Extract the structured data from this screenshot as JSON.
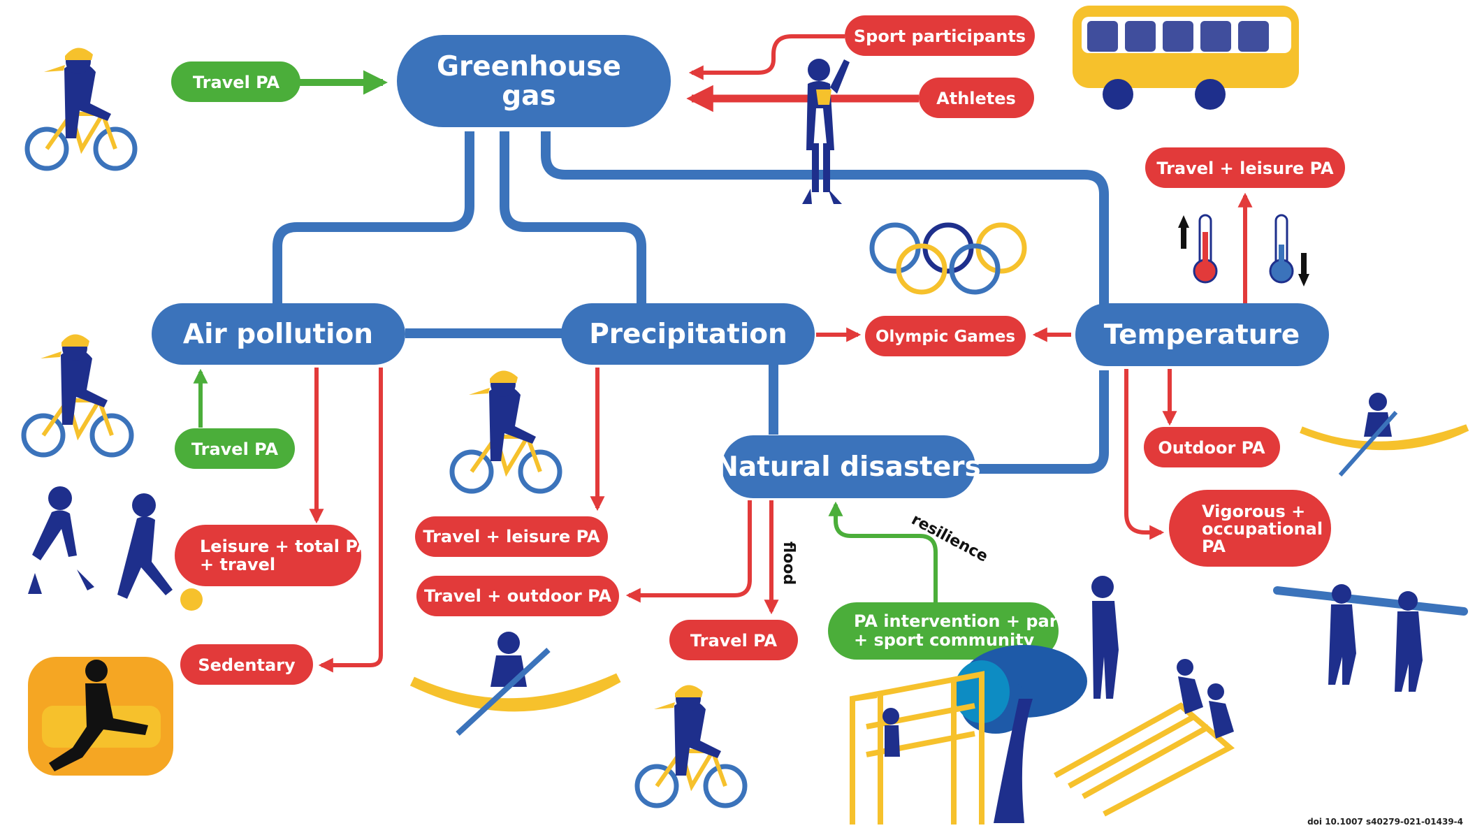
{
  "colors": {
    "blue": "#3b73bb",
    "red": "#e23a3a",
    "green": "#4bae3a",
    "navy": "#1e2f8c",
    "yellow": "#f6c12c",
    "orange": "#f5a623",
    "ink": "#111111"
  },
  "blue_nodes": {
    "greenhouse_gas": [
      "Greenhouse",
      "gas"
    ],
    "air_pollution": "Air pollution",
    "precipitation": "Precipitation",
    "temperature": "Temperature",
    "natural_disasters": "Natural disasters"
  },
  "red_nodes": {
    "sport_participants": "Sport participants",
    "athletes": "Athletes",
    "travel_leisure_pa_top": "Travel + leisure PA",
    "olympic_games": "Olympic Games",
    "leisure_total_pa": [
      "Leisure + total PA",
      "+ travel"
    ],
    "sedentary": "Sedentary",
    "travel_leisure_pa_mid": "Travel + leisure PA",
    "travel_outdoor_pa": "Travel + outdoor PA",
    "travel_pa_bottom": "Travel PA",
    "outdoor_pa": "Outdoor PA",
    "vigorous_occupational_pa": [
      "Vigorous +",
      "occupational",
      "PA"
    ]
  },
  "green_nodes": {
    "travel_pa_top": "Travel PA",
    "travel_pa_left": "Travel PA",
    "pa_intervention": [
      "PA intervention + parks",
      "+ sport community"
    ]
  },
  "edge_labels": {
    "flood": "flood",
    "resilience": "resilience"
  },
  "footer": {
    "doi": "doi 10.1007 s40279-021-01439-4"
  },
  "illustrations": [
    "cyclist-icon",
    "bus-icon",
    "athlete-trophy-icon",
    "olympic-rings-icon",
    "thermometer-up-icon",
    "thermometer-down-icon",
    "kayak-icon",
    "runners-icon",
    "sedentary-couch-icon",
    "tree-icon",
    "playground-icon",
    "surfers-icon"
  ]
}
